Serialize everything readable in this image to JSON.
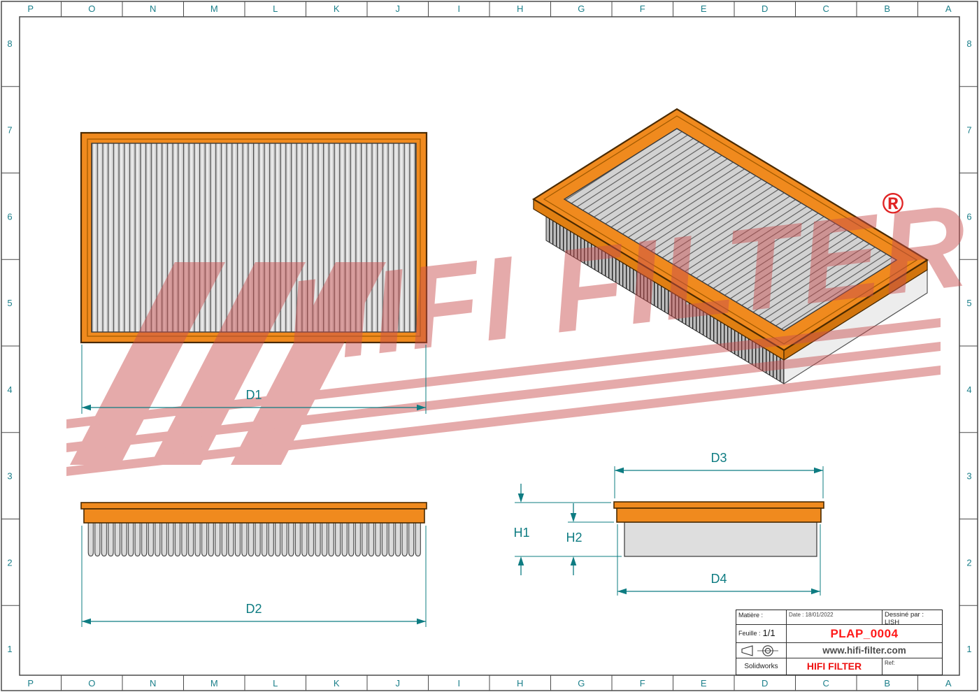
{
  "sheet": {
    "grid_columns": [
      "P",
      "O",
      "N",
      "M",
      "L",
      "K",
      "J",
      "I",
      "H",
      "G",
      "F",
      "E",
      "D",
      "C",
      "B",
      "A"
    ],
    "grid_rows": [
      "8",
      "7",
      "6",
      "5",
      "4",
      "3",
      "2",
      "1"
    ]
  },
  "dimensions": {
    "d1": "D1",
    "d2": "D2",
    "d3": "D3",
    "d4": "D4",
    "h1": "H1",
    "h2": "H2"
  },
  "watermark": {
    "text": "HIFI FILTER",
    "registered": "®"
  },
  "title_block": {
    "matiere_label": "Matière :",
    "date_label": "Date : 18/01/2022",
    "dessine_label": "Dessiné par : LISH",
    "feuille_label": "Feuille :",
    "feuille_value": "1/1",
    "part_number": "PLAP_0004",
    "website": "www.hifi-filter.com",
    "software": "Solidworks",
    "brand": "HIFI FILTER",
    "ref_label": "Ref:"
  },
  "colors": {
    "frame_orange": "#F08A1E",
    "pleat_gray": "#D7D7D7",
    "dimension_teal": "#0E7C82",
    "part_number_red": "#FF1A1A",
    "brand_red": "#EE1111",
    "watermark_pink": "#C94F4F"
  }
}
